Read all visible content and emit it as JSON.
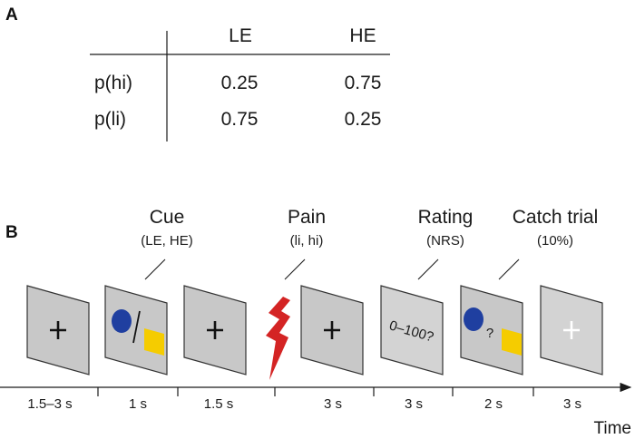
{
  "panel_a": {
    "label": "A",
    "columns": [
      "LE",
      "HE"
    ],
    "rows": [
      {
        "label": "p(hi)",
        "values": [
          "0.25",
          "0.75"
        ]
      },
      {
        "label": "p(li)",
        "values": [
          "0.75",
          "0.25"
        ]
      }
    ]
  },
  "panel_b": {
    "label": "B",
    "annotations": [
      {
        "title": "Cue",
        "subtitle": "(LE, HE)"
      },
      {
        "title": "Pain",
        "subtitle": "(li, hi)"
      },
      {
        "title": "Rating",
        "subtitle": "(NRS)"
      },
      {
        "title": "Catch trial",
        "subtitle": "(10%)"
      }
    ],
    "screens": [
      {
        "content": "fixation-cross"
      },
      {
        "content": "cue-circle-slash-square"
      },
      {
        "content": "fixation-cross"
      },
      {
        "content": "pain-bolt"
      },
      {
        "content": "fixation-cross"
      },
      {
        "content": "rating-text",
        "text": "0–100?"
      },
      {
        "content": "catch-circle-question-square",
        "text": "?"
      },
      {
        "content": "white-cross"
      }
    ],
    "durations": [
      "1.5–3 s",
      "1 s",
      "1.5 s",
      "3 s",
      "3 s",
      "2 s",
      "3 s"
    ],
    "axis_label": "Time",
    "colors": {
      "circle": "#1f3fa0",
      "square": "#f5cc00",
      "bolt": "#d42424",
      "screen": "#c8c8c8"
    }
  }
}
